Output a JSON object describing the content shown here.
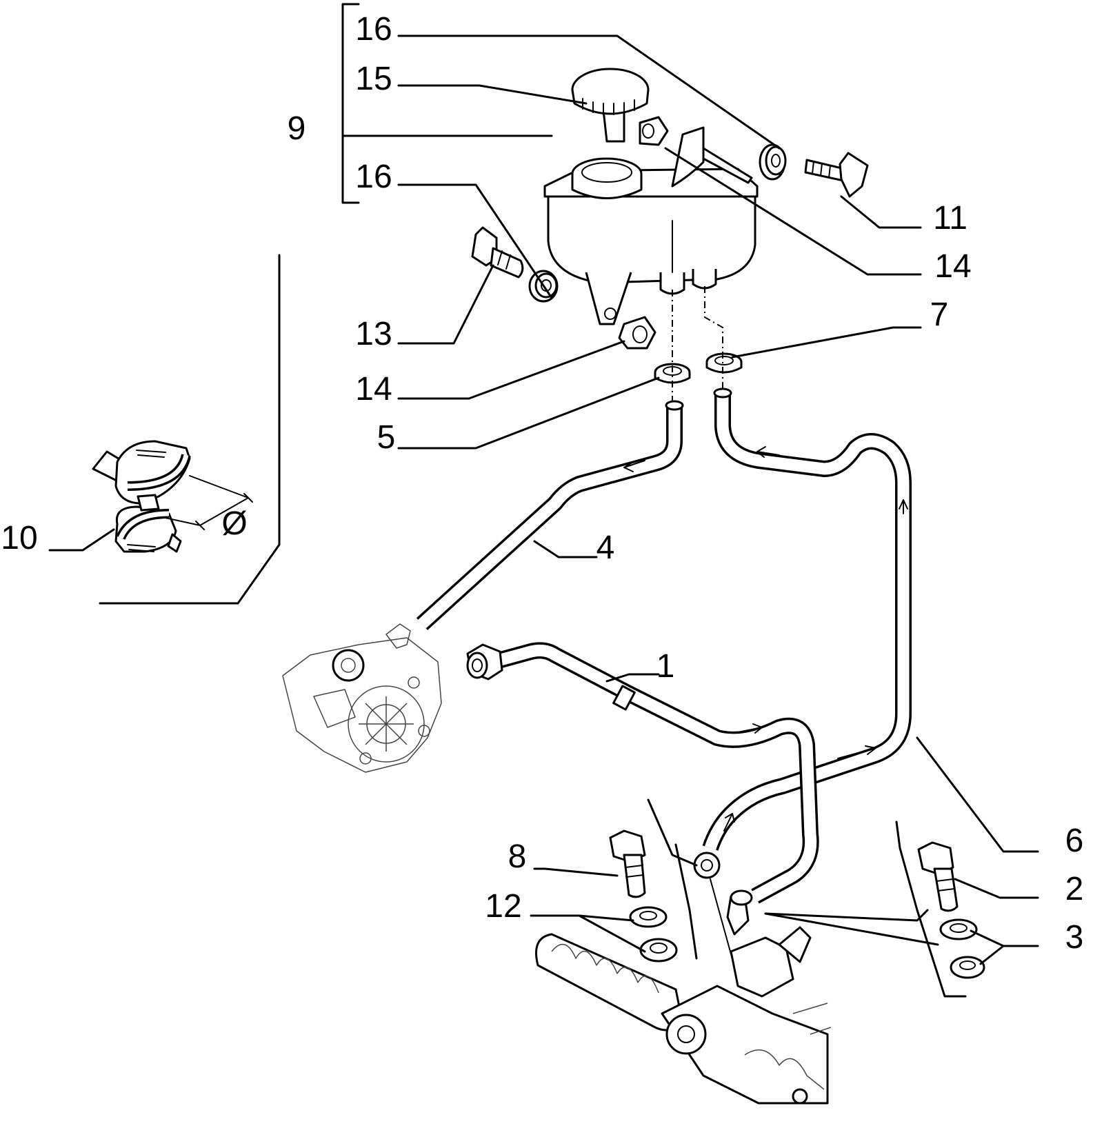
{
  "callouts": [
    {
      "id": "c16a",
      "text": "16"
    },
    {
      "id": "c15",
      "text": "15"
    },
    {
      "id": "c9",
      "text": "9"
    },
    {
      "id": "c16b",
      "text": "16"
    },
    {
      "id": "c11",
      "text": "11"
    },
    {
      "id": "c14a",
      "text": "14"
    },
    {
      "id": "c13",
      "text": "13"
    },
    {
      "id": "c7",
      "text": "7"
    },
    {
      "id": "c14b",
      "text": "14"
    },
    {
      "id": "c5",
      "text": "5"
    },
    {
      "id": "c10",
      "text": "10"
    },
    {
      "id": "c4",
      "text": "4"
    },
    {
      "id": "c1",
      "text": "1"
    },
    {
      "id": "c6",
      "text": "6"
    },
    {
      "id": "c8",
      "text": "8"
    },
    {
      "id": "c2",
      "text": "2"
    },
    {
      "id": "c12",
      "text": "12"
    },
    {
      "id": "c3",
      "text": "3"
    }
  ],
  "diameter_symbol": "Ø"
}
